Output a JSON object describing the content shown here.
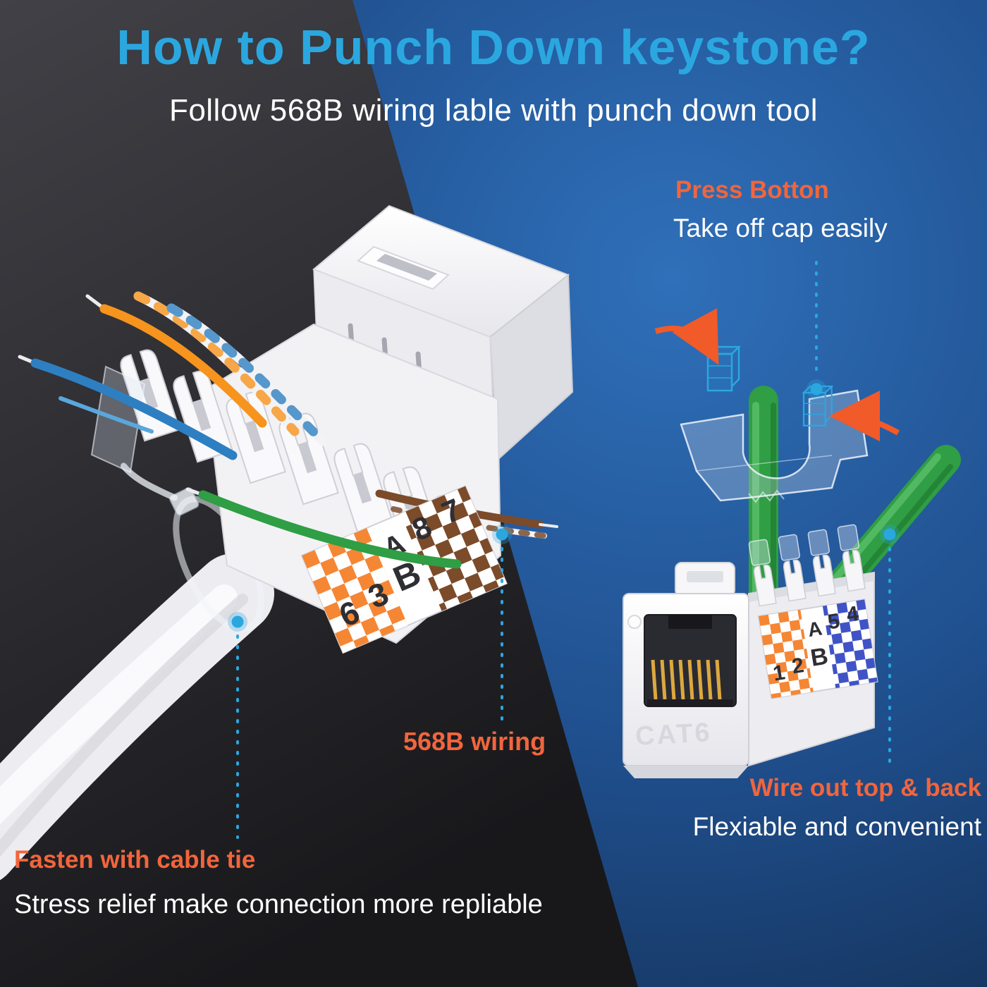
{
  "header": {
    "title": "How to Punch Down keystone?",
    "subtitle": "Follow 568B wiring lable with punch down tool"
  },
  "callouts": {
    "press_button": {
      "title": "Press Botton",
      "subtitle": "Take off cap easily"
    },
    "wiring_568b": {
      "title": "568B wiring"
    },
    "wire_out": {
      "title": "Wire out top & back",
      "subtitle": "Flexiable and convenient"
    },
    "fasten": {
      "title": "Fasten with cable tie",
      "subtitle": "Stress relief make connection more repliable"
    }
  },
  "left_jack_label": {
    "chars": [
      "6",
      "3",
      "B",
      "A",
      "8",
      "7"
    ]
  },
  "right_jack": {
    "model": "CAT6",
    "label_chars": [
      "1",
      "2",
      "B",
      "A",
      "5",
      "4"
    ]
  },
  "colors": {
    "title_blue": "#2BA7E0",
    "accent_orange": "#F2653C",
    "callout_dot_blue": "#2BA7E0",
    "wire_orange": "#F7941D",
    "wire_blue": "#2E7FC2",
    "wire_green": "#2F9E44",
    "wire_brown": "#7B4B2A",
    "label_checker_orange": "#F58634",
    "label_checker_brown": "#7B4B2A",
    "label_checker_blue": "#4053C6",
    "background_blue": "#1F4E8C",
    "background_dark": "#2A2A2E",
    "cable_white": "#EDEDF1",
    "gold_pins": "#DCA83F"
  }
}
